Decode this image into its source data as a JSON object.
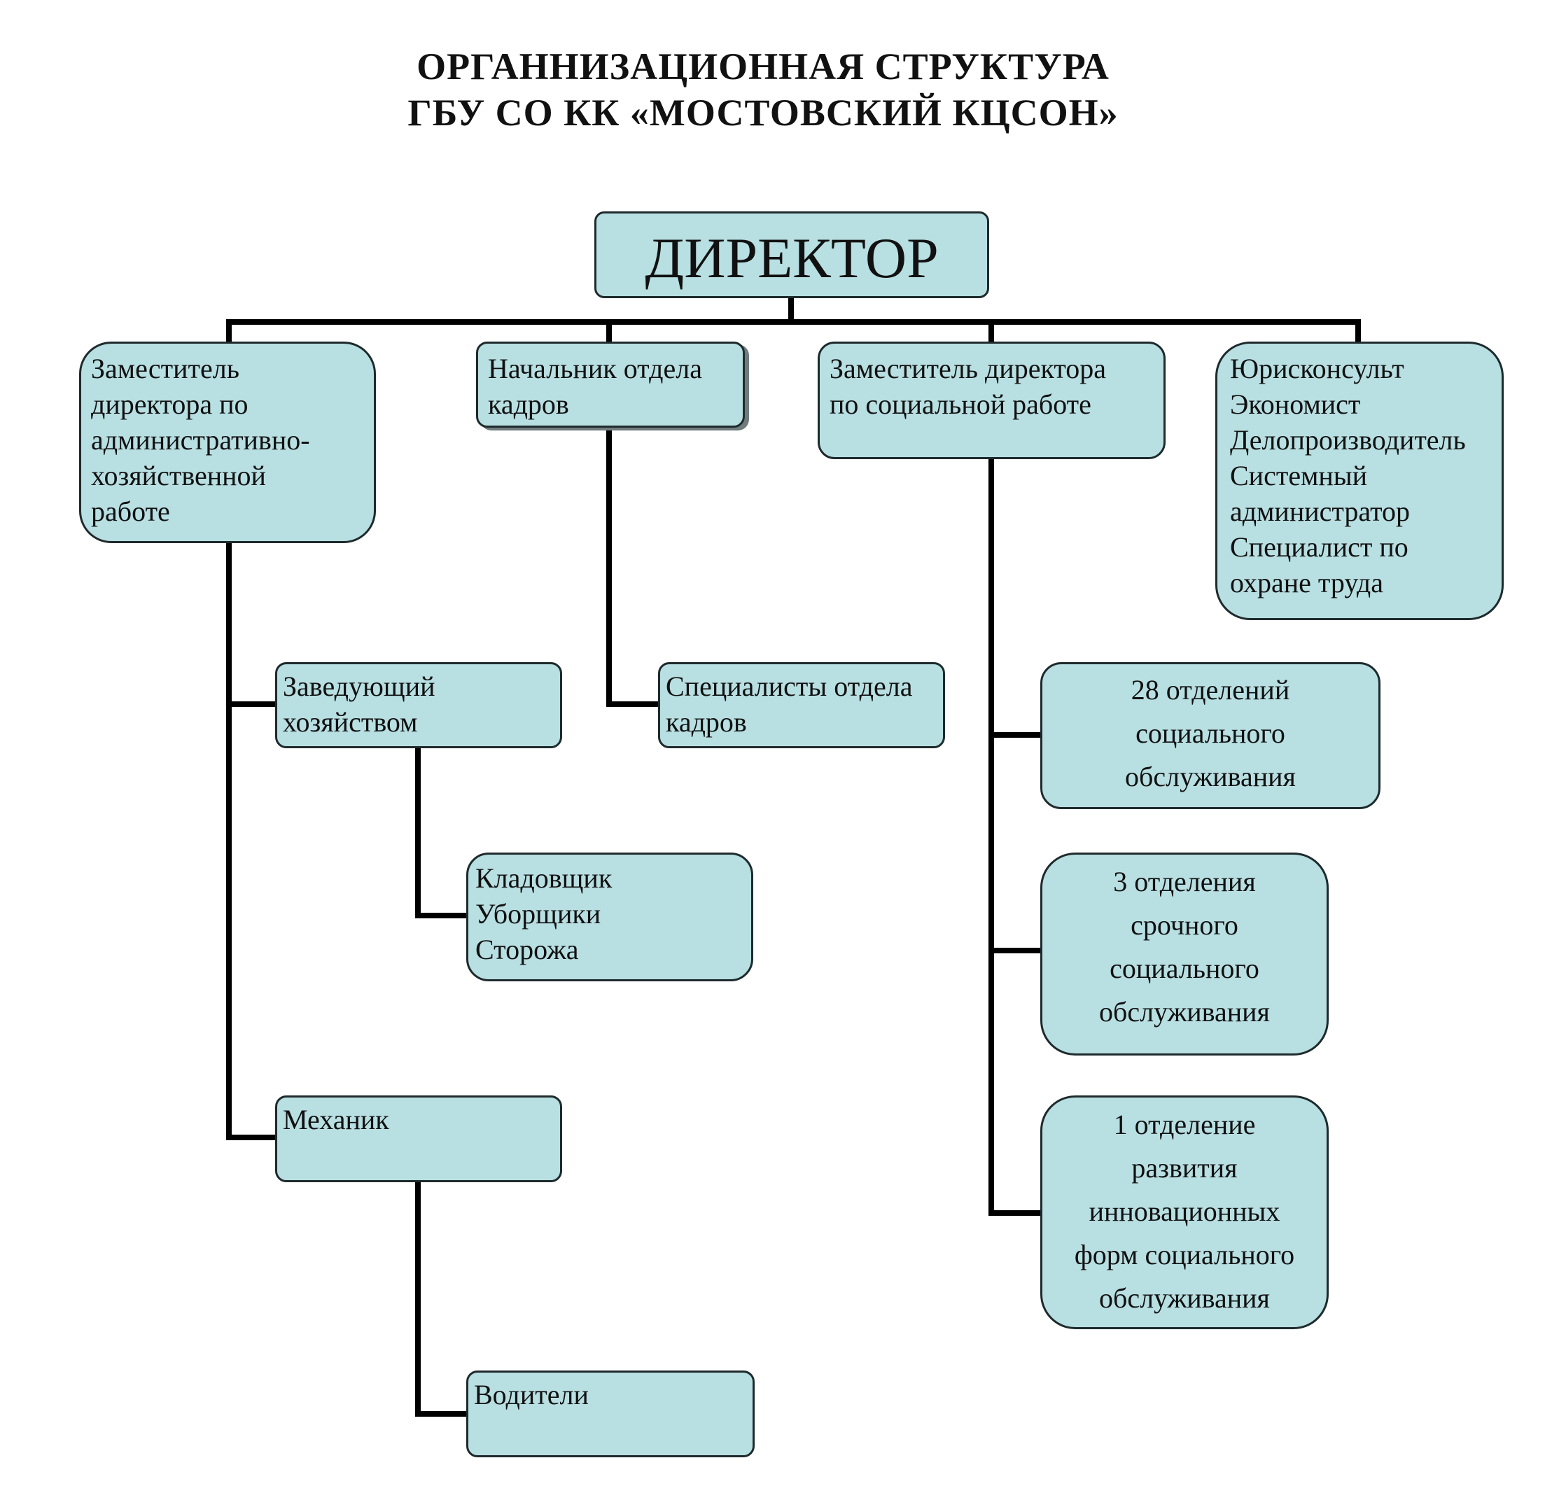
{
  "title": {
    "line1": "ОРГАННИЗАЦИОННАЯ СТРУКТУРА",
    "line2": "ГБУ СО КК «МОСТОВСКИЙ КЦСОН»"
  },
  "nodes": {
    "director": {
      "label": "ДИРЕКТОР"
    },
    "deputy_admin": {
      "lines": [
        "Заместитель",
        "директора по",
        "административно-",
        "хозяйственной",
        "работе"
      ]
    },
    "hr_head": {
      "lines": [
        "Начальник отдела",
        "кадров"
      ]
    },
    "deputy_social": {
      "lines": [
        "Заместитель директора",
        "по социальной работе"
      ]
    },
    "staff": {
      "lines": [
        "Юрисконсульт",
        "Экономист",
        "Делопроизводитель",
        "Системный",
        "администратор",
        "Специалист по",
        "охране труда"
      ]
    },
    "supply_manager": {
      "lines": [
        "Заведующий",
        "хозяйством"
      ]
    },
    "hr_specialists": {
      "lines": [
        "Специалисты отдела",
        "кадров"
      ]
    },
    "social_departments": {
      "lines": [
        "28 отделений",
        "социального",
        "обслуживания"
      ]
    },
    "storekeeper_group": {
      "lines": [
        "Кладовщик",
        "Уборщики",
        "Сторожа"
      ]
    },
    "urgent_departments": {
      "lines": [
        "3 отделения",
        "срочного",
        "социального",
        "обслуживания"
      ]
    },
    "mechanic": {
      "lines": [
        "Механик"
      ]
    },
    "innovation_department": {
      "lines": [
        "1 отделение",
        "развития",
        "инновационных",
        "форм социального",
        "обслуживания"
      ]
    },
    "drivers": {
      "lines": [
        "Водители"
      ]
    }
  }
}
